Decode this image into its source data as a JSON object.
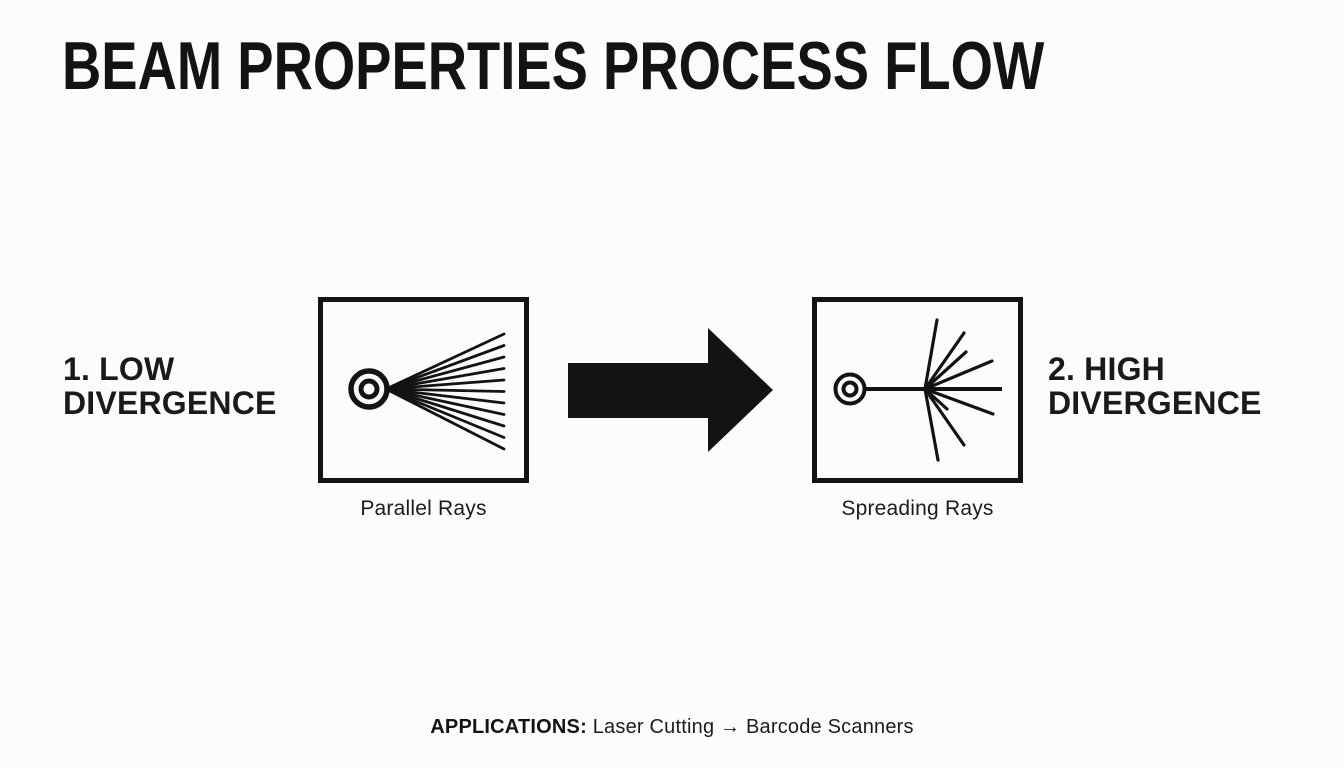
{
  "title": "BEAM PROPERTIES PROCESS FLOW",
  "steps": [
    {
      "label_line1": "1. LOW",
      "label_line2": "DIVERGENCE",
      "caption": "Parallel Rays"
    },
    {
      "label_line1": "2. HIGH",
      "label_line2": "DIVERGENCE",
      "caption": "Spreading Rays"
    }
  ],
  "applications": {
    "label": "APPLICATIONS:",
    "value": "Laser Cutting → Barcode Scanners"
  },
  "colors": {
    "ink": "#131313",
    "background": "#fcfcfc"
  }
}
